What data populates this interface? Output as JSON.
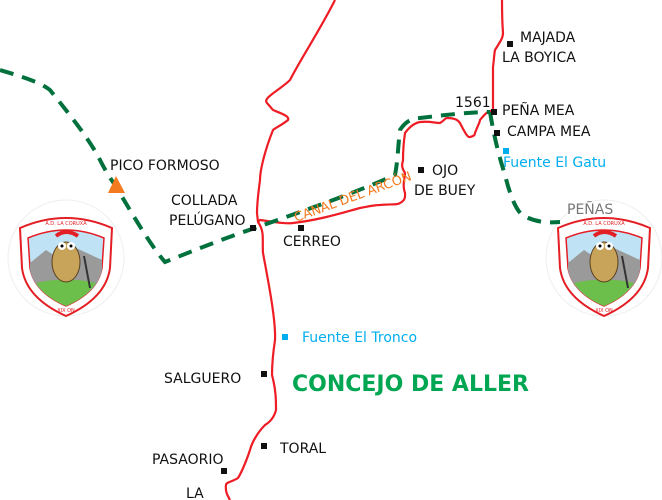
{
  "colors": {
    "road": "#ee1c24",
    "trail": "#00703c",
    "spring": "#00aeef",
    "canal": "#f47a20",
    "region": "#00a651",
    "peak": "#f47a20",
    "text": "#111111"
  },
  "places": {
    "majada": "MAJADA",
    "la_boyica": "LA BOYICA",
    "altitude": "1561",
    "pena_mea": "PEÑA MEA",
    "campa_mea": "CAMPA MEA",
    "fuente_gatu": "Fuente El Gatu",
    "ojo": "OJO",
    "de_buey": "DE BUEY",
    "pico_formoso": "PICO FORMOSO",
    "collada": "COLLADA",
    "pelugano": "PELÚGANO",
    "cerreo": "CERREO",
    "fuente_tronco": "Fuente El Tronco",
    "salguero": "SALGUERO",
    "toral": "TORAL",
    "pasaorio": "PASAORIO",
    "la": "LA",
    "penas": "PEÑAS",
    "canal": "CANAL DEL ARCÓN",
    "region": "CONCEJO DE ALLER"
  },
  "logo": {
    "top_text": "A.D. LA CORUXA",
    "bottom_text": "XIX ON"
  }
}
